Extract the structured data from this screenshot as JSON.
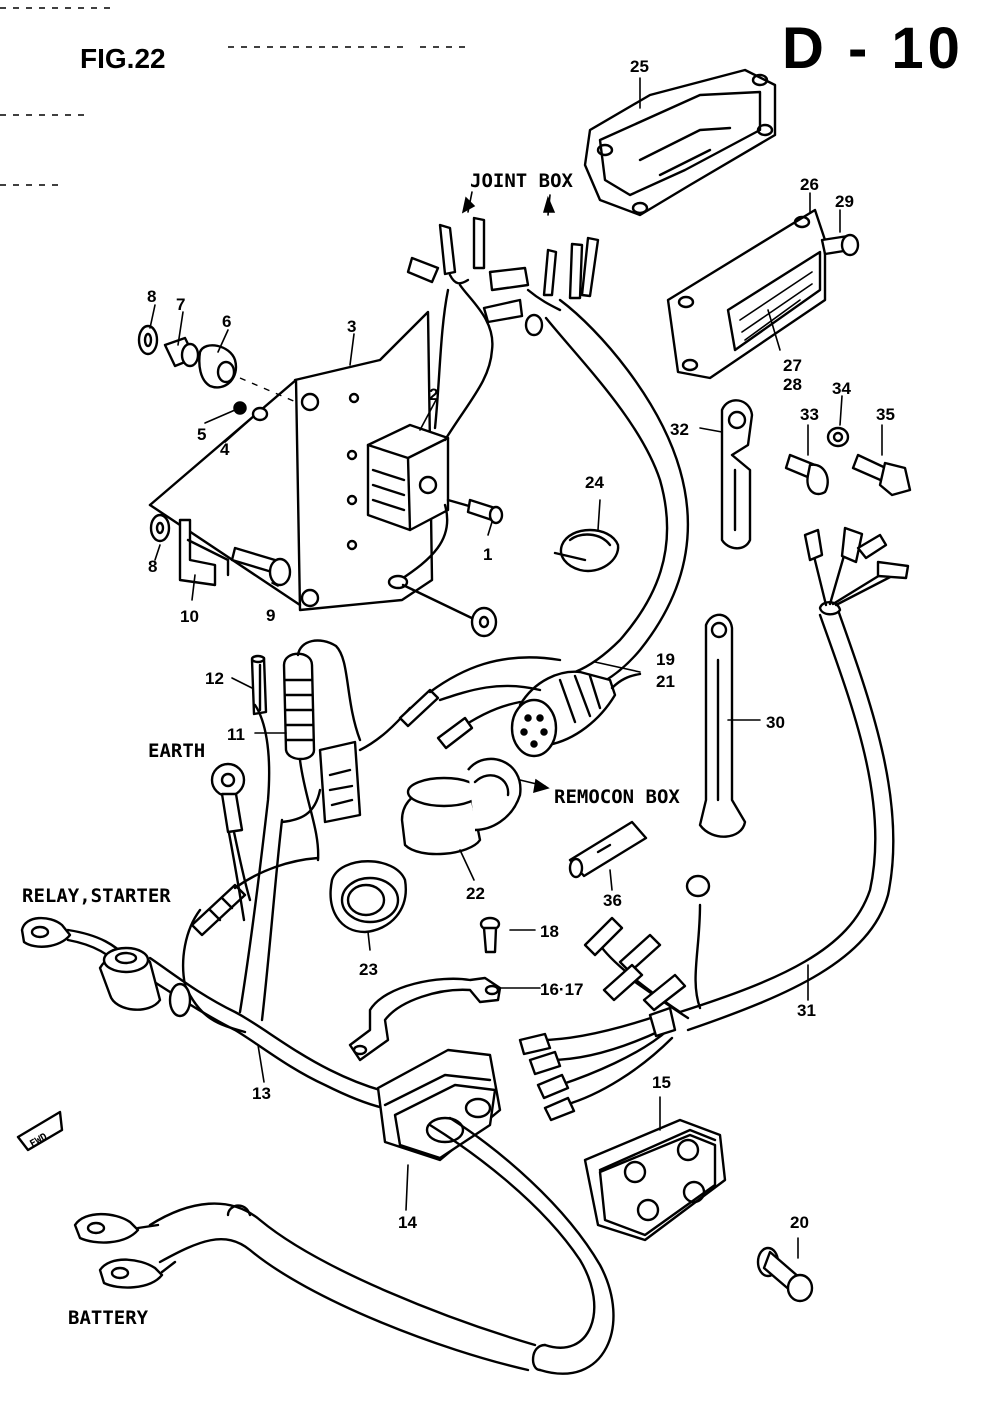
{
  "figure": {
    "fig_label": "FIG.22",
    "section_code": "D - 10"
  },
  "callouts": [
    "1",
    "2",
    "3",
    "4",
    "5",
    "6",
    "7",
    "8",
    "8",
    "9",
    "10",
    "11",
    "12",
    "13",
    "14",
    "15",
    "16·17",
    "18",
    "19",
    "20",
    "21",
    "22",
    "23",
    "24",
    "25",
    "26",
    "27",
    "28",
    "29",
    "30",
    "31",
    "32",
    "33",
    "34",
    "35",
    "36"
  ],
  "labels": {
    "joint_box": "JOINT BOX",
    "earth": "EARTH",
    "relay_starter": "RELAY,STARTER",
    "remocon_box": "REMOCON BOX",
    "battery": "BATTERY",
    "fwd": "FWD"
  }
}
